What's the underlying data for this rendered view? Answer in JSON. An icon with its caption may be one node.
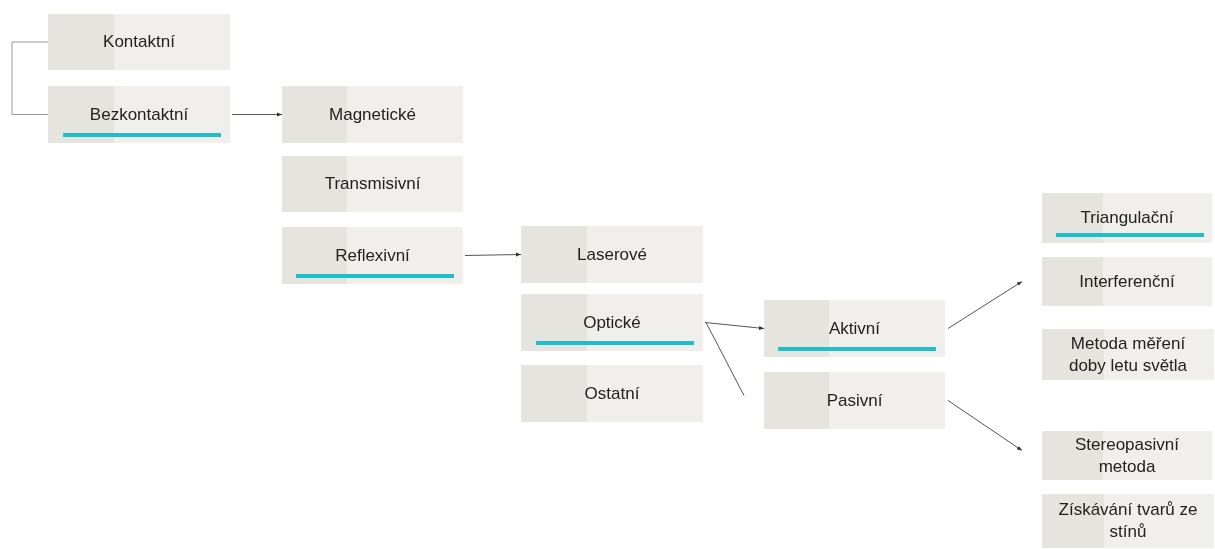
{
  "diagram": {
    "nodes": [
      {
        "text": [
          "Kontaktní"
        ]
      },
      {
        "text": [
          "Bezkontaktní"
        ]
      },
      {
        "text": [
          "Magnetické"
        ]
      },
      {
        "text": [
          "Transmisivní"
        ]
      },
      {
        "text": [
          "Reflexivní"
        ]
      },
      {
        "text": [
          "Laserové"
        ]
      },
      {
        "text": [
          "Optické"
        ]
      },
      {
        "text": [
          "Ostatní"
        ]
      },
      {
        "text": [
          "Aktivní"
        ]
      },
      {
        "text": [
          "Pasivní"
        ]
      },
      {
        "text": [
          "Triangulační"
        ]
      },
      {
        "text": [
          "Interferenční"
        ]
      },
      {
        "text": [
          "Metoda měření doby letu světla"
        ]
      },
      {
        "text": [
          "Stereopasivní metoda"
        ]
      },
      {
        "text": [
          "Získávání tvarů ze stínů"
        ]
      }
    ],
    "edges": [
      {
        "from": 0,
        "to": 1,
        "arrow": "none"
      },
      {
        "from": 1,
        "to": 2,
        "arrow": "to"
      },
      {
        "from": 4,
        "to": 5,
        "arrow": "to"
      },
      {
        "from": 6,
        "to": 8,
        "arrow": "to"
      },
      {
        "from": 6,
        "to": 9,
        "arrow": "none"
      },
      {
        "from": 8,
        "to": 11,
        "arrow": "to"
      },
      {
        "from": 9,
        "to": 13,
        "arrow": "to"
      }
    ]
  }
}
